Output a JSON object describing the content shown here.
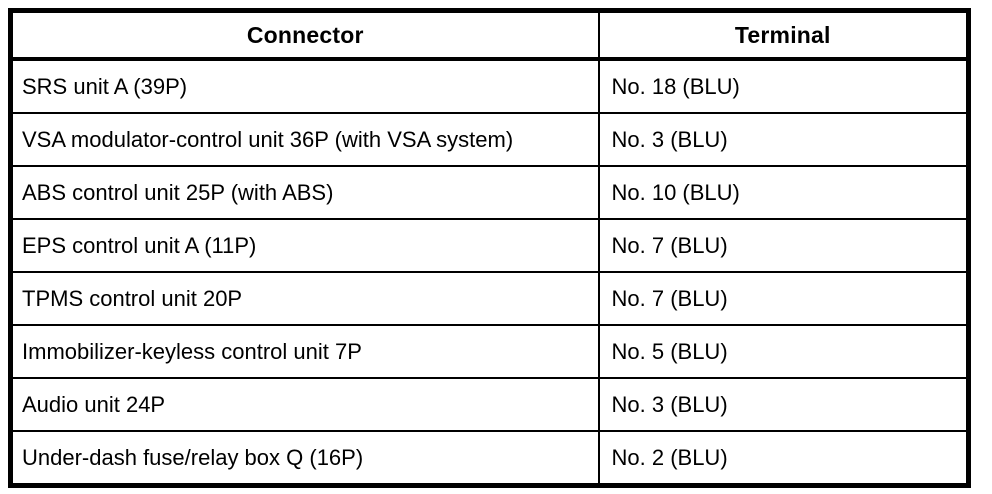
{
  "table": {
    "headers": [
      "Connector",
      "Terminal"
    ],
    "rows": [
      {
        "connector": "SRS unit A (39P)",
        "terminal": "No. 18 (BLU)"
      },
      {
        "connector": "VSA modulator-control unit 36P (with VSA system)",
        "terminal": "No. 3 (BLU)"
      },
      {
        "connector": "ABS control unit 25P (with ABS)",
        "terminal": "No. 10 (BLU)"
      },
      {
        "connector": "EPS control unit A (11P)",
        "terminal": "No. 7 (BLU)"
      },
      {
        "connector": "TPMS control unit 20P",
        "terminal": "No. 7 (BLU)"
      },
      {
        "connector": "Immobilizer-keyless control unit 7P",
        "terminal": "No. 5 (BLU)"
      },
      {
        "connector": "Audio unit 24P",
        "terminal": "No. 3 (BLU)"
      },
      {
        "connector": "Under-dash fuse/relay box Q (16P)",
        "terminal": "No. 2 (BLU)"
      }
    ],
    "colors": {
      "ink": "#000000",
      "paper": "#ffffff"
    }
  }
}
